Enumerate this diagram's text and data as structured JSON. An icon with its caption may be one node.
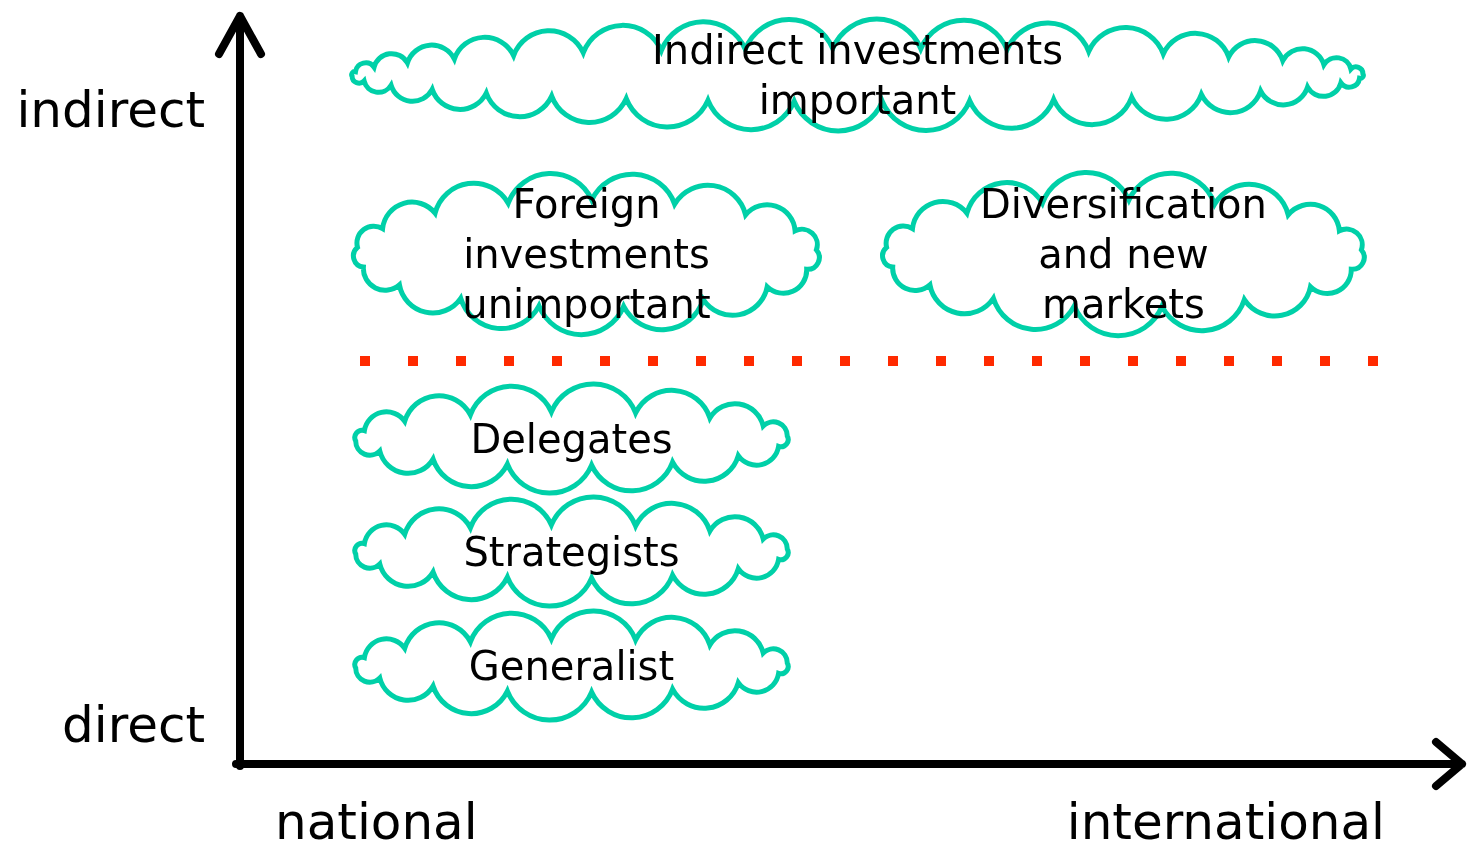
{
  "diagram": {
    "nodes": [
      {
        "text": [
          "Indirect investments important"
        ]
      },
      {
        "text": [
          "Foreign investments unimportant"
        ]
      },
      {
        "text": [
          "Diversification and new markets"
        ]
      },
      {
        "text": [
          "Delegates"
        ]
      },
      {
        "text": [
          "Strategists"
        ]
      },
      {
        "text": [
          "Generalist"
        ]
      }
    ],
    "labels": [
      "indirect",
      "direct",
      "national",
      "international"
    ]
  }
}
